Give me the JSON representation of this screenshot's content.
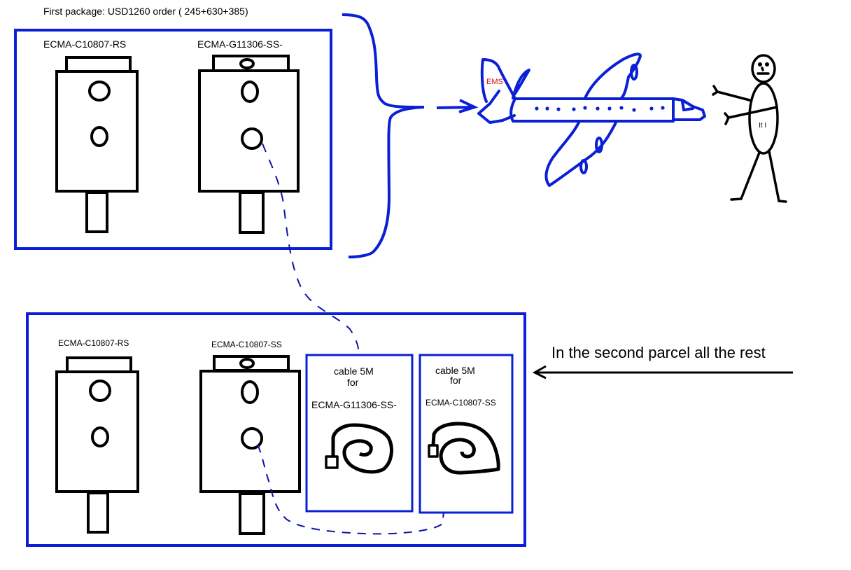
{
  "colors": {
    "package_border": "#0a1fd6",
    "ink": "#000000",
    "dashed_cable": "#0a14a8",
    "ems_label": "#cc1111",
    "background": "#ffffff"
  },
  "first_package": {
    "title": "First package:   USD1260 order   ( 245+630+385)",
    "motors": [
      {
        "label": "ECMA-C10807-RS",
        "has_brake_knob": false
      },
      {
        "label": "ECMA-G11306-SS-",
        "has_brake_knob": true
      }
    ]
  },
  "shipping": {
    "carrier_label": "EMS",
    "recipient_label": "It I"
  },
  "second_package": {
    "note": "In the second parcel all the rest",
    "motors": [
      {
        "label": "ECMA-C10807-RS",
        "has_brake_knob": false
      },
      {
        "label": "ECMA-C10807-SS",
        "has_brake_knob": true
      }
    ],
    "cables": [
      {
        "title": "cable 5M",
        "subtitle": "for",
        "target": "ECMA-G11306-SS-"
      },
      {
        "title": "cable 5M",
        "subtitle": "for",
        "target": "ECMA-C10807-SS"
      }
    ]
  },
  "icons": {
    "motor": "servo-motor-icon",
    "cable_coil": "cable-coil-icon",
    "airplane": "airplane-icon",
    "stick_figure": "person-icon",
    "brace": "curly-brace",
    "arrow": "arrow-icon"
  }
}
